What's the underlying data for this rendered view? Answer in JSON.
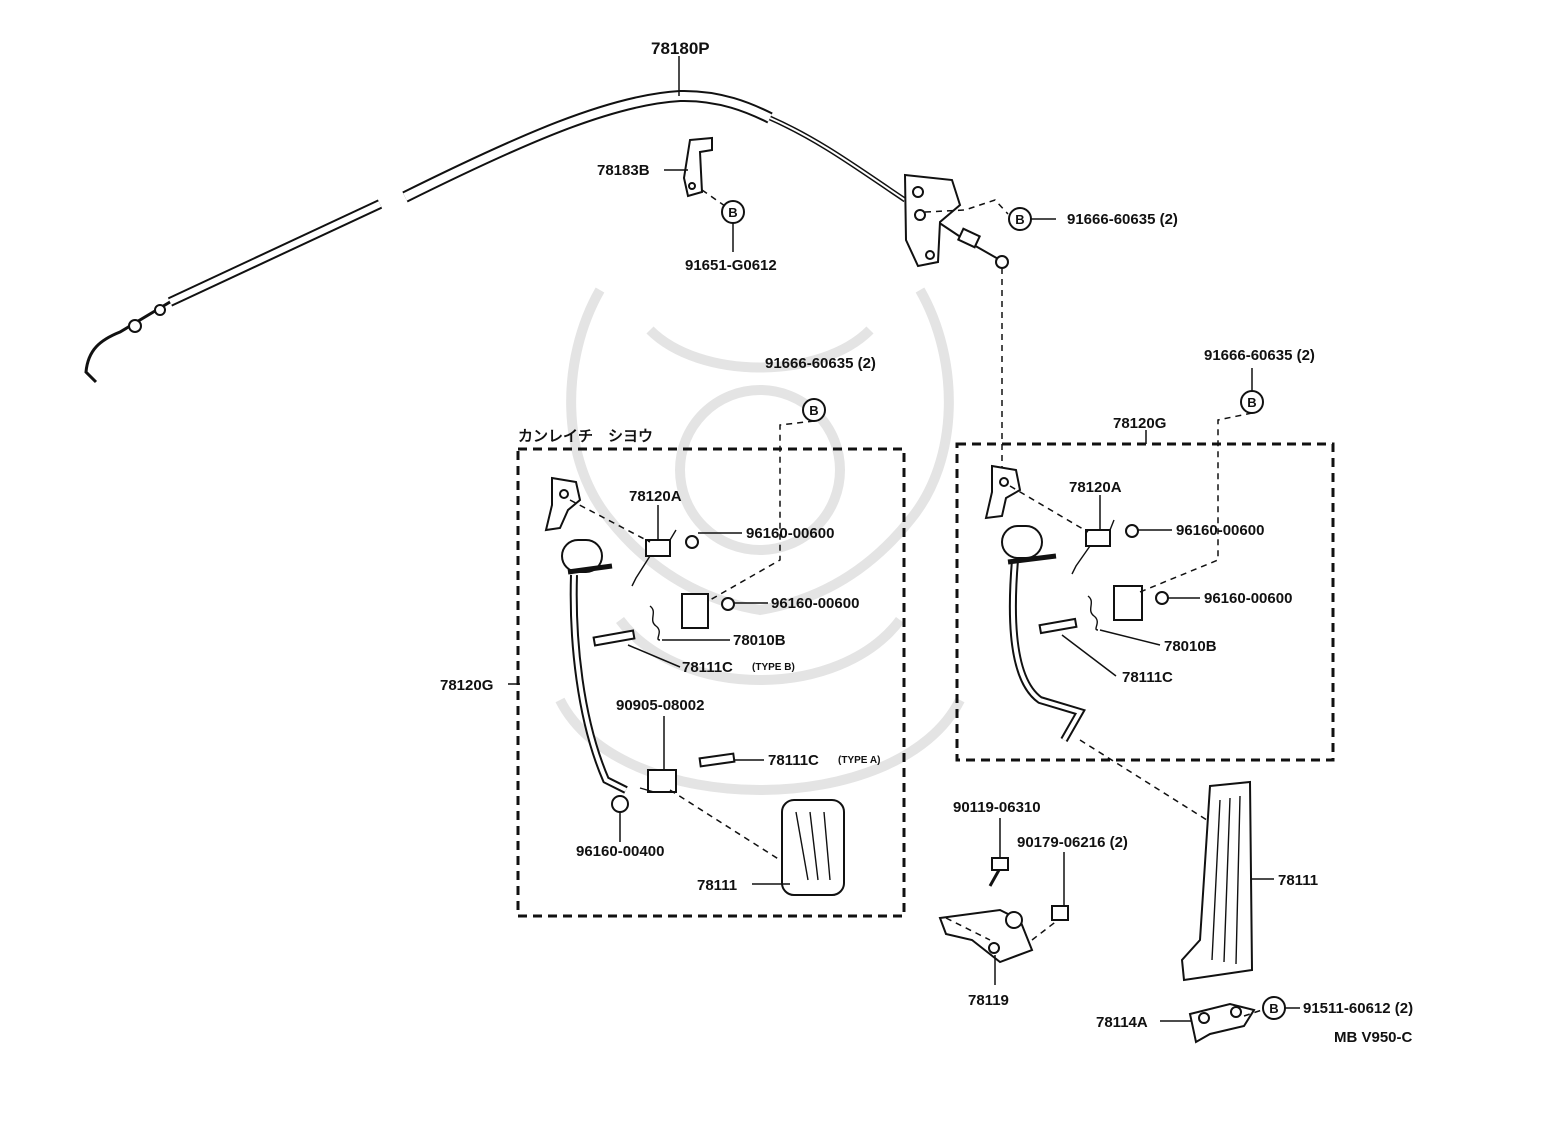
{
  "diagram": {
    "code": "MB V950-C",
    "left_group_title": "カンレイチ　シヨウ",
    "callout_letter": "B",
    "labels": {
      "cable": "78180P",
      "cable_bracket": "78183B",
      "bolt_cable_bracket": "91651-G0612",
      "bolt_top_bracket": "91666-60635 (2)",
      "left_bolt_top": "91666-60635 (2)",
      "right_bolt_top": "91666-60635 (2)",
      "right_assy_title": "78120G",
      "left_assy_side": "78120G",
      "left_spring": "78120A",
      "left_bushing_1": "96160-00600",
      "left_bushing_2": "96160-00600",
      "left_spring_small": "78010B",
      "left_pin_b": "78111C",
      "left_pin_b_note": "(TYPE B)",
      "left_spring_lower": "90905-08002",
      "left_pin_a": "78111C",
      "left_pin_a_note": "(TYPE A)",
      "left_bushing_lower": "96160-00400",
      "left_pedal": "78111",
      "right_spring": "78120A",
      "right_bushing_1": "96160-00600",
      "right_bushing_2": "96160-00600",
      "right_spring_small": "78010B",
      "right_pin": "78111C",
      "bolt_stopper": "90119-06310",
      "nut_stopper": "90179-06216 (2)",
      "stopper_bracket": "78119",
      "right_pedal": "78111",
      "pedal_bracket": "78114A",
      "bolt_pedal_bracket": "91511-60612 (2)"
    }
  }
}
